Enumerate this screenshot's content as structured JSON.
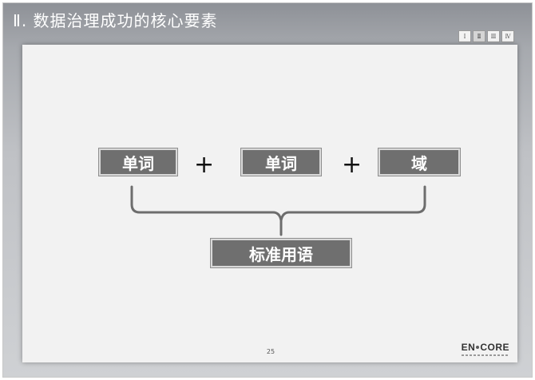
{
  "slide": {
    "title": "Ⅱ. 数据治理成功的核心要素",
    "tabs": [
      "Ⅰ",
      "Ⅱ",
      "Ⅲ",
      "Ⅳ"
    ],
    "active_tab": "Ⅱ",
    "page_number": "25"
  },
  "diagram": {
    "terms": [
      "单词",
      "单词",
      "域"
    ],
    "operator": "+",
    "result": "标准用语"
  },
  "logo": {
    "left": "EN",
    "right": "CORE"
  },
  "colors": {
    "box_fill": "#6f6f6f",
    "header_gray": "#8e9197",
    "panel": "#f2f2f2"
  }
}
